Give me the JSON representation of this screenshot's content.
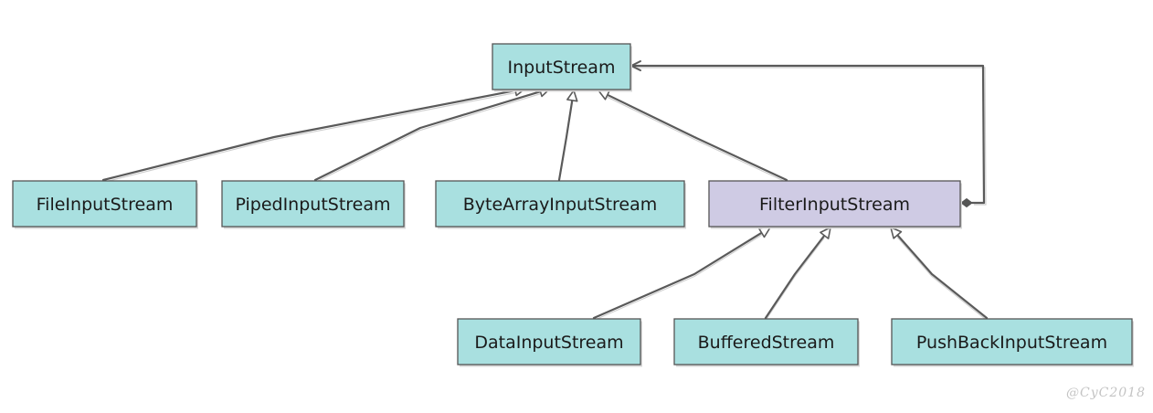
{
  "colors": {
    "class_fill": "#a9e0e0",
    "decorator_fill": "#cfcbe4",
    "line": "#5a5a5a"
  },
  "nodes": [
    {
      "id": "inputstream",
      "label": "InputStream",
      "kind": "class"
    },
    {
      "id": "fileinputstream",
      "label": "FileInputStream",
      "kind": "class"
    },
    {
      "id": "pipedinputstream",
      "label": "PipedInputStream",
      "kind": "class"
    },
    {
      "id": "bytearrayinputstream",
      "label": "ByteArrayInputStream",
      "kind": "class"
    },
    {
      "id": "filterinputstream",
      "label": "FilterInputStream",
      "kind": "decorator"
    },
    {
      "id": "datainputstream",
      "label": "DataInputStream",
      "kind": "class"
    },
    {
      "id": "bufferedstream",
      "label": "BufferedStream",
      "kind": "class"
    },
    {
      "id": "pushbackinputstream",
      "label": "PushBackInputStream",
      "kind": "class"
    }
  ],
  "edges": [
    {
      "from": "fileinputstream",
      "to": "inputstream",
      "type": "inheritance"
    },
    {
      "from": "pipedinputstream",
      "to": "inputstream",
      "type": "inheritance"
    },
    {
      "from": "bytearrayinputstream",
      "to": "inputstream",
      "type": "inheritance"
    },
    {
      "from": "filterinputstream",
      "to": "inputstream",
      "type": "inheritance"
    },
    {
      "from": "filterinputstream",
      "to": "inputstream",
      "type": "aggregation"
    },
    {
      "from": "datainputstream",
      "to": "filterinputstream",
      "type": "inheritance"
    },
    {
      "from": "bufferedstream",
      "to": "filterinputstream",
      "type": "inheritance"
    },
    {
      "from": "pushbackinputstream",
      "to": "filterinputstream",
      "type": "inheritance"
    }
  ],
  "watermark": "@CyC2018"
}
